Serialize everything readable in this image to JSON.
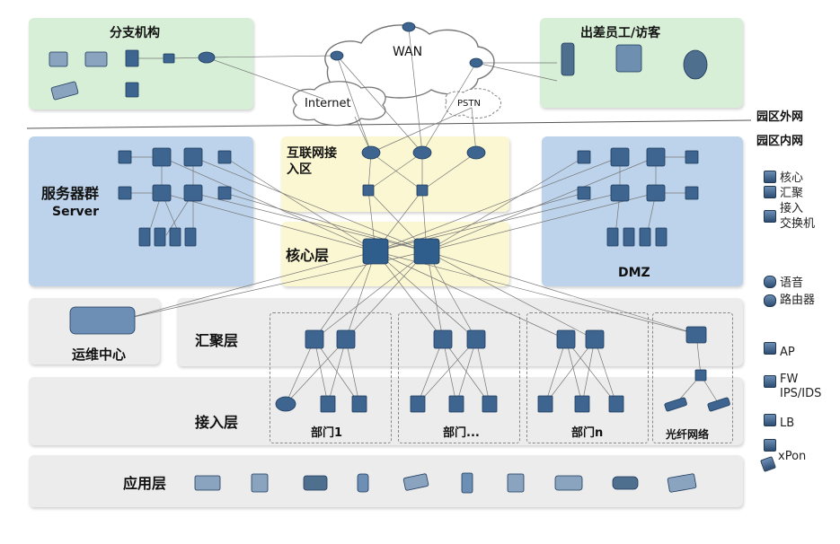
{
  "zones": {
    "branch": "分支机构",
    "travel": "出差员工/访客",
    "wan": "WAN",
    "internet": "Internet",
    "pstn": "PSTN",
    "outside": "园区外网",
    "inside": "园区内网",
    "server_cn": "服务器群",
    "server_en": "Server",
    "internet_access_1": "互联网接",
    "internet_access_2": "入区",
    "core": "核心层",
    "dmz": "DMZ",
    "ops": "运维中心",
    "aggregation": "汇聚层",
    "access": "接入层",
    "application": "应用层"
  },
  "departments": [
    "部门1",
    "部门...",
    "部门n",
    "光纤网络"
  ],
  "legend": {
    "core": "核心",
    "agg": "汇聚",
    "access1": "接入",
    "access2": "交换机",
    "voice": "语音",
    "router": "路由器",
    "ap": "AP",
    "fw": "FW",
    "ips": "IPS/IDS",
    "lb": "LB",
    "xpon": "xPon"
  },
  "colors": {
    "green_zone": "#d6efd6",
    "blue_zone": "#bcd3eb",
    "yellow_zone": "#fbf7d2",
    "gray_zone": "#ececec",
    "device": "#3d6590"
  }
}
